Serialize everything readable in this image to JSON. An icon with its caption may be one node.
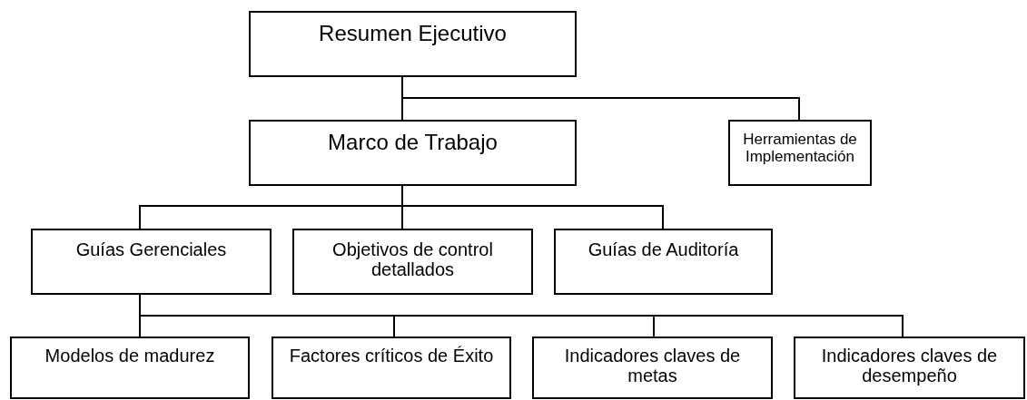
{
  "diagram": {
    "nodes": [
      {
        "text": [
          "Resumen Ejecutivo"
        ]
      },
      {
        "text": [
          "Marco de Trabajo"
        ]
      },
      {
        "text": [
          "Herramientas de Implementación"
        ]
      },
      {
        "text": [
          "Guías Gerenciales"
        ]
      },
      {
        "text": [
          "Objetivos de control detallados"
        ]
      },
      {
        "text": [
          "Guías de Auditoría"
        ]
      },
      {
        "text": [
          "Modelos de madurez"
        ]
      },
      {
        "text": [
          "Factores críticos de Éxito"
        ]
      },
      {
        "text": [
          "Indicadores claves de metas"
        ]
      },
      {
        "text": [
          "Indicadores claves de desempeño"
        ]
      }
    ],
    "edges": [
      {
        "from": 0,
        "to": 1,
        "arrow": "none"
      },
      {
        "from": 0,
        "to": 2,
        "arrow": "none"
      },
      {
        "from": 1,
        "to": 3,
        "arrow": "none"
      },
      {
        "from": 1,
        "to": 4,
        "arrow": "none"
      },
      {
        "from": 1,
        "to": 5,
        "arrow": "none"
      },
      {
        "from": 3,
        "to": 6,
        "arrow": "none"
      },
      {
        "from": 3,
        "to": 7,
        "arrow": "none"
      },
      {
        "from": 3,
        "to": 8,
        "arrow": "none"
      },
      {
        "from": 3,
        "to": 9,
        "arrow": "none"
      }
    ]
  }
}
